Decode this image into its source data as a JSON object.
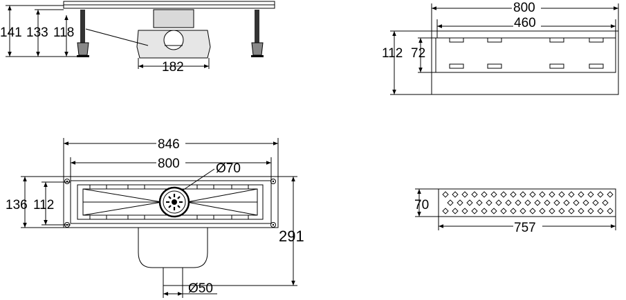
{
  "side_view": {
    "heights": [
      "141",
      "133",
      "118"
    ],
    "outlet_width": "182"
  },
  "top_view_small": {
    "total_length": "800",
    "slot_span": "460",
    "outer_width": "112",
    "inner_width": "72"
  },
  "plan_view": {
    "flange_length": "846",
    "channel_length": "800",
    "outlet_diameter": "Ø70",
    "flange_width": "136",
    "channel_width": "112",
    "total_depth": "291",
    "pipe_diameter": "Ø50"
  },
  "grate_view": {
    "width": "70",
    "length": "757"
  }
}
